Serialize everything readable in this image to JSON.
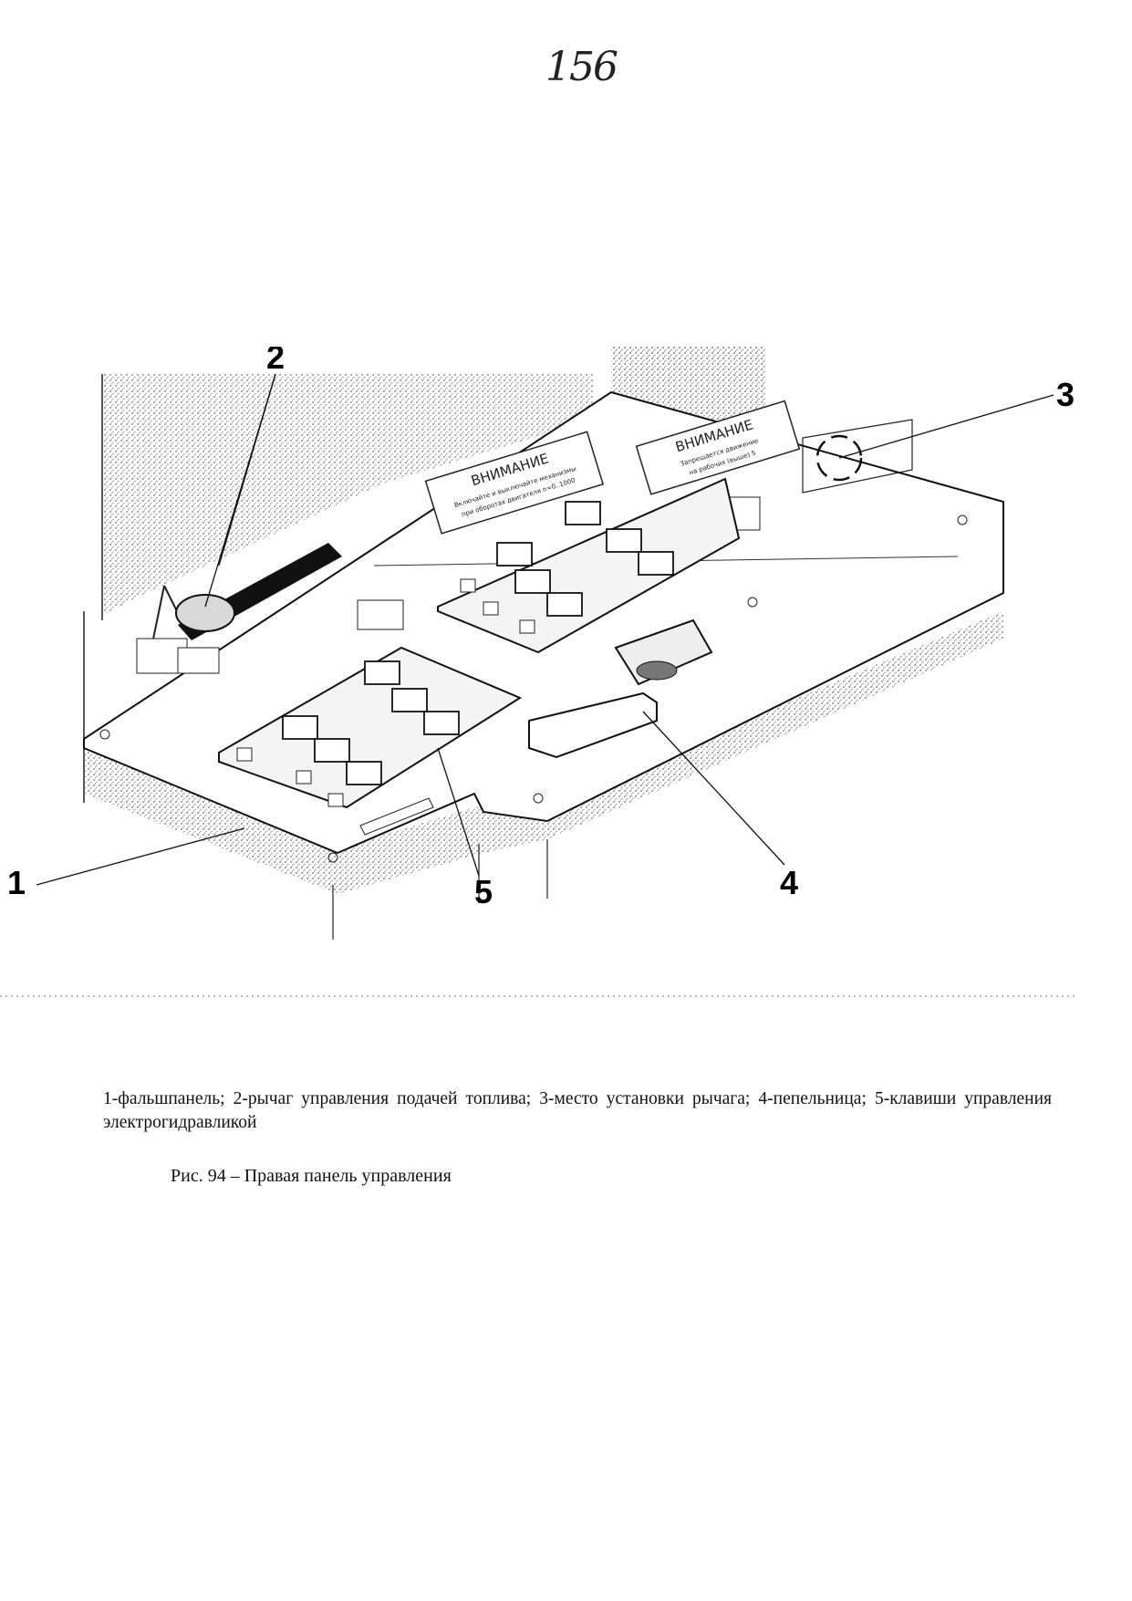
{
  "page_number": "156",
  "figure": {
    "callouts": [
      "1",
      "2",
      "3",
      "4",
      "5"
    ],
    "plate_left": {
      "title": "ВНИМАНИЕ",
      "line1": "Включайте и выключайте механизмы",
      "line2": "при оборотах двигателя n=0..1000"
    },
    "plate_right": {
      "title": "ВНИМАНИЕ",
      "line1": "Запрещается движение",
      "line2": "на рабочих (выше) 5"
    }
  },
  "caption": {
    "legend": "1-фальшпанель; 2-рычаг управления подачей топлива; 3-место установки рычага; 4-пепельница; 5-клавиши управления электрогидравликой",
    "title": "Рис. 94 – Правая панель управления"
  }
}
